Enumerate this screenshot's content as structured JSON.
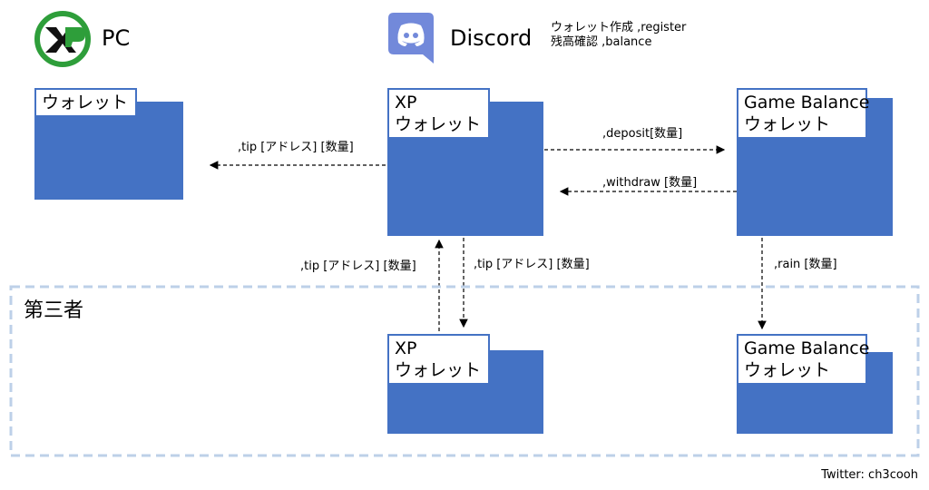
{
  "pc": {
    "label": "PC"
  },
  "discord": {
    "label": "Discord",
    "notes": [
      "ウォレット作成 ,register",
      "残高確認 ,balance"
    ]
  },
  "wallets": {
    "pc_wallet": "ウォレット",
    "xp_wallet_line1": "XP",
    "xp_wallet_line2": "ウォレット",
    "game_wallet_line1": "Game Balance",
    "game_wallet_line2": "ウォレット",
    "third_xp_line1": "XP",
    "third_xp_line2": "ウォレット",
    "third_game_line1": "Game Balance",
    "third_game_line2": "ウォレット"
  },
  "arrows": {
    "tip_to_pc": ",tip [アドレス] [数量]",
    "deposit": ",deposit[数量]",
    "withdraw": ",withdraw [数量]",
    "tip_up": ",tip [アドレス] [数量]",
    "tip_down": ",tip [アドレス] [数量]",
    "rain": ",rain [数量]"
  },
  "third_party": {
    "label": "第三者"
  },
  "credit": "Twitter: ch3cooh",
  "colors": {
    "folder": "#4472c4",
    "dashed_region": "#bdd0e8",
    "xp_logo": "#2e9e3a",
    "discord": "#7289da"
  }
}
